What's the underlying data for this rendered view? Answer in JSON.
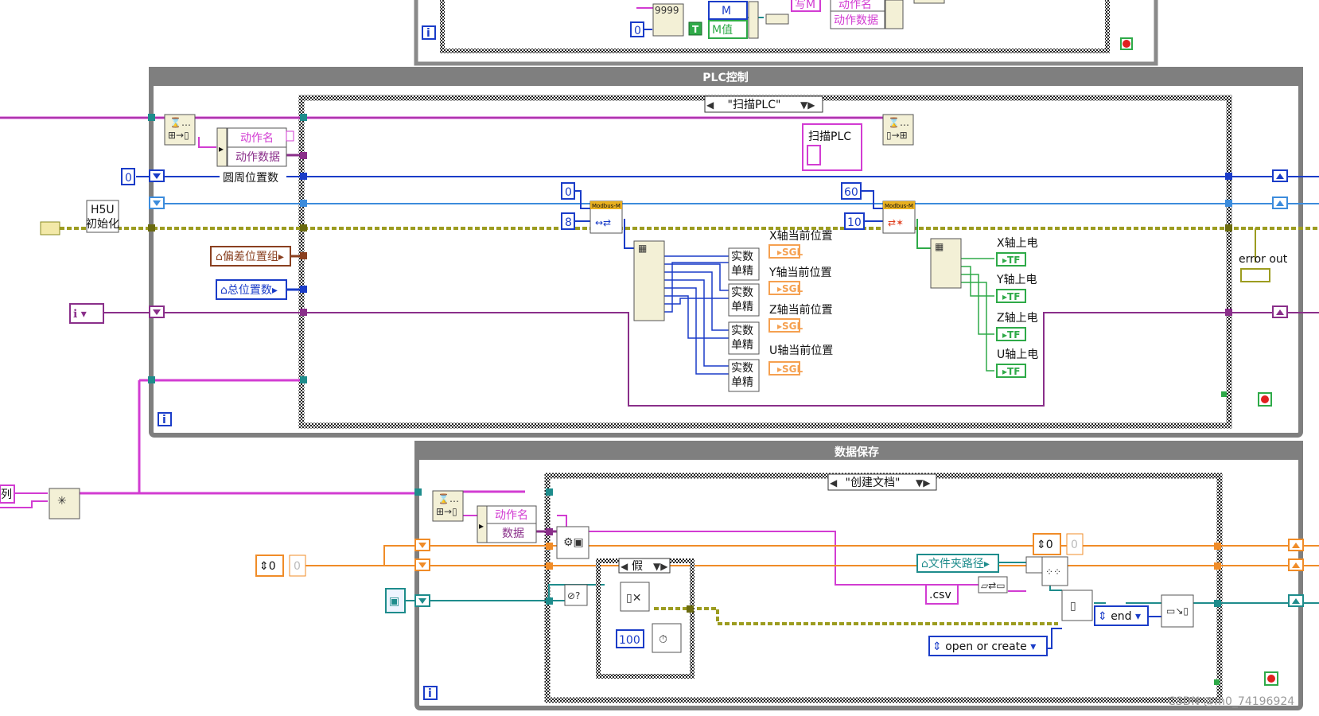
{
  "frames": {
    "plc": {
      "title": "PLC控制"
    },
    "save": {
      "title": "数据保存"
    }
  },
  "cases": {
    "scan": {
      "selector": "\"扫描PLC\""
    },
    "create": {
      "selector": "\"创建文档\""
    },
    "inner": {
      "selector": "假"
    }
  },
  "top_partial": {
    "m": "M",
    "m_val": "M值",
    "write_m": "写M",
    "action_name": "动作名",
    "action_data": "动作数据",
    "const_0": "0",
    "const_9999": "9999",
    "bool_t": "T"
  },
  "plc": {
    "action_name": "动作名",
    "action_data": "动作数据",
    "circle_count": "圆周位置数",
    "const_0": "0",
    "h5u": "H5U",
    "init": "初始化",
    "offset_group": "偏差位置组",
    "total_count": "总位置数",
    "scan_plc": "扫描PLC",
    "read_addr": "0",
    "read_count": "8",
    "coil_addr": "60",
    "coil_count": "10",
    "modbus": "Modbus-M",
    "convert_top": "实数",
    "convert_bottom": "单精",
    "x_pos": "X轴当前位置",
    "y_pos": "Y轴当前位置",
    "z_pos": "Z轴当前位置",
    "u_pos": "U轴当前位置",
    "sgl": "SGL",
    "x_power": "X轴上电",
    "y_power": "Y轴上电",
    "z_power": "Z轴上电",
    "u_power": "U轴上电",
    "tf": "TF",
    "error_out": "error out",
    "info": "i"
  },
  "save": {
    "action_name": "动作名",
    "data": "数据",
    "num_left": "0",
    "num_left_ghost": "0",
    "num_right": "0",
    "num_right_ghost": "0",
    "folder_path": "文件夹路径",
    "csv": ".csv",
    "end": "end",
    "open_mode": "open or create",
    "wait_ms": "100",
    "info": "i"
  },
  "left": {
    "array_label": "列"
  },
  "watermark": "CSDN @m0_74196924",
  "colors": {
    "frame_gray": "#7f7f7f",
    "pink_wire": "#d23cd2",
    "purple_wire": "#8a2f8a",
    "blue_wire": "#1a3cc8",
    "light_blue_wire": "#3c8cdc",
    "orange_wire": "#f08c28",
    "teal_wire": "#1e8c8c",
    "error_wire": "#9c9c20",
    "accent_orange": "#f5a050",
    "accent_green": "#2eaa48"
  }
}
